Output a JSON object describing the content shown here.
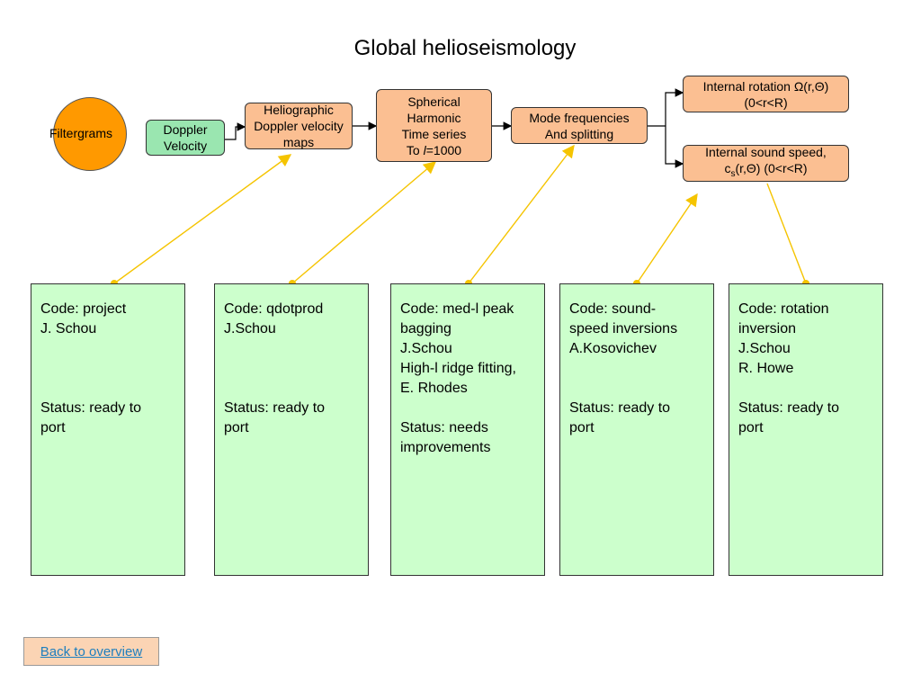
{
  "title": "Global helioseismology",
  "nodes": {
    "filtergrams": "Filtergrams",
    "doppler": "Doppler\nVelocity",
    "heliographic": "Heliographic\nDoppler velocity\nmaps",
    "spherical": {
      "line1": "Spherical",
      "line2": "Harmonic",
      "line3": "Time series",
      "line4_prefix": "To ",
      "line4_var": "l",
      "line4_suffix": "=1000"
    },
    "mode": "Mode frequencies\nAnd splitting",
    "rotation": {
      "line1": "Internal rotation Ω(r,Θ)",
      "line2": "(0<r<R)"
    },
    "sound": {
      "line1": "Internal sound speed,",
      "c": "c",
      "sub": "s",
      "rest": "(r,Θ) (0<r<R)"
    }
  },
  "cards": [
    {
      "code": "Code: project\nJ. Schou",
      "status": "Status: ready to\nport"
    },
    {
      "code": "Code: qdotprod\nJ.Schou",
      "status": "Status: ready to\nport"
    },
    {
      "code": "Code: med-l peak\nbagging\nJ.Schou\nHigh-l ridge fitting,\nE. Rhodes",
      "status": "Status: needs\nimprovements"
    },
    {
      "code": "Code: sound-\nspeed inversions\nA.Kosovichev",
      "status": "Status: ready to\nport"
    },
    {
      "code": "Code: rotation\ninversion\nJ.Schou\nR. Howe",
      "status": "Status: ready to\nport"
    }
  ],
  "back_link": "Back to overview",
  "colors": {
    "salmon": "#fbbf92",
    "green_node": "#9ae6b0",
    "card": "#ccffcc",
    "circle": "#ff9900",
    "connector": "#f5c400"
  }
}
